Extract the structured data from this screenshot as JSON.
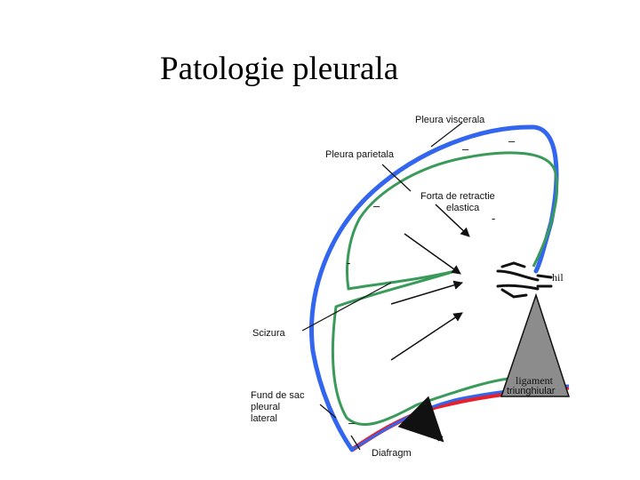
{
  "slide": {
    "title": "Patologie pleurala"
  },
  "diagram": {
    "labels": {
      "pleura_viscerala": "Pleura viscerala",
      "pleura_parietala": "Pleura parietala",
      "forta_line1": "Forta de retractie",
      "forta_line2": "elastica",
      "hil": "hil",
      "scizura": "Scizura",
      "fund_line1": "Fund de sac",
      "fund_line2": "pleural",
      "fund_line3": "lateral",
      "ligament_line1": "ligament",
      "ligament_line2": "triunghiular",
      "diafragm": "Diafragm"
    },
    "pressure_signs": [
      "–",
      "–",
      "–",
      "-",
      "-",
      "–"
    ],
    "colors": {
      "parietal_pleura": "#3366ee",
      "visceral_pleura": "#3a9a5a",
      "diaphragm": "#e8202a",
      "ligament_fill": "#8c8c8c",
      "arrows": "#111111"
    }
  }
}
